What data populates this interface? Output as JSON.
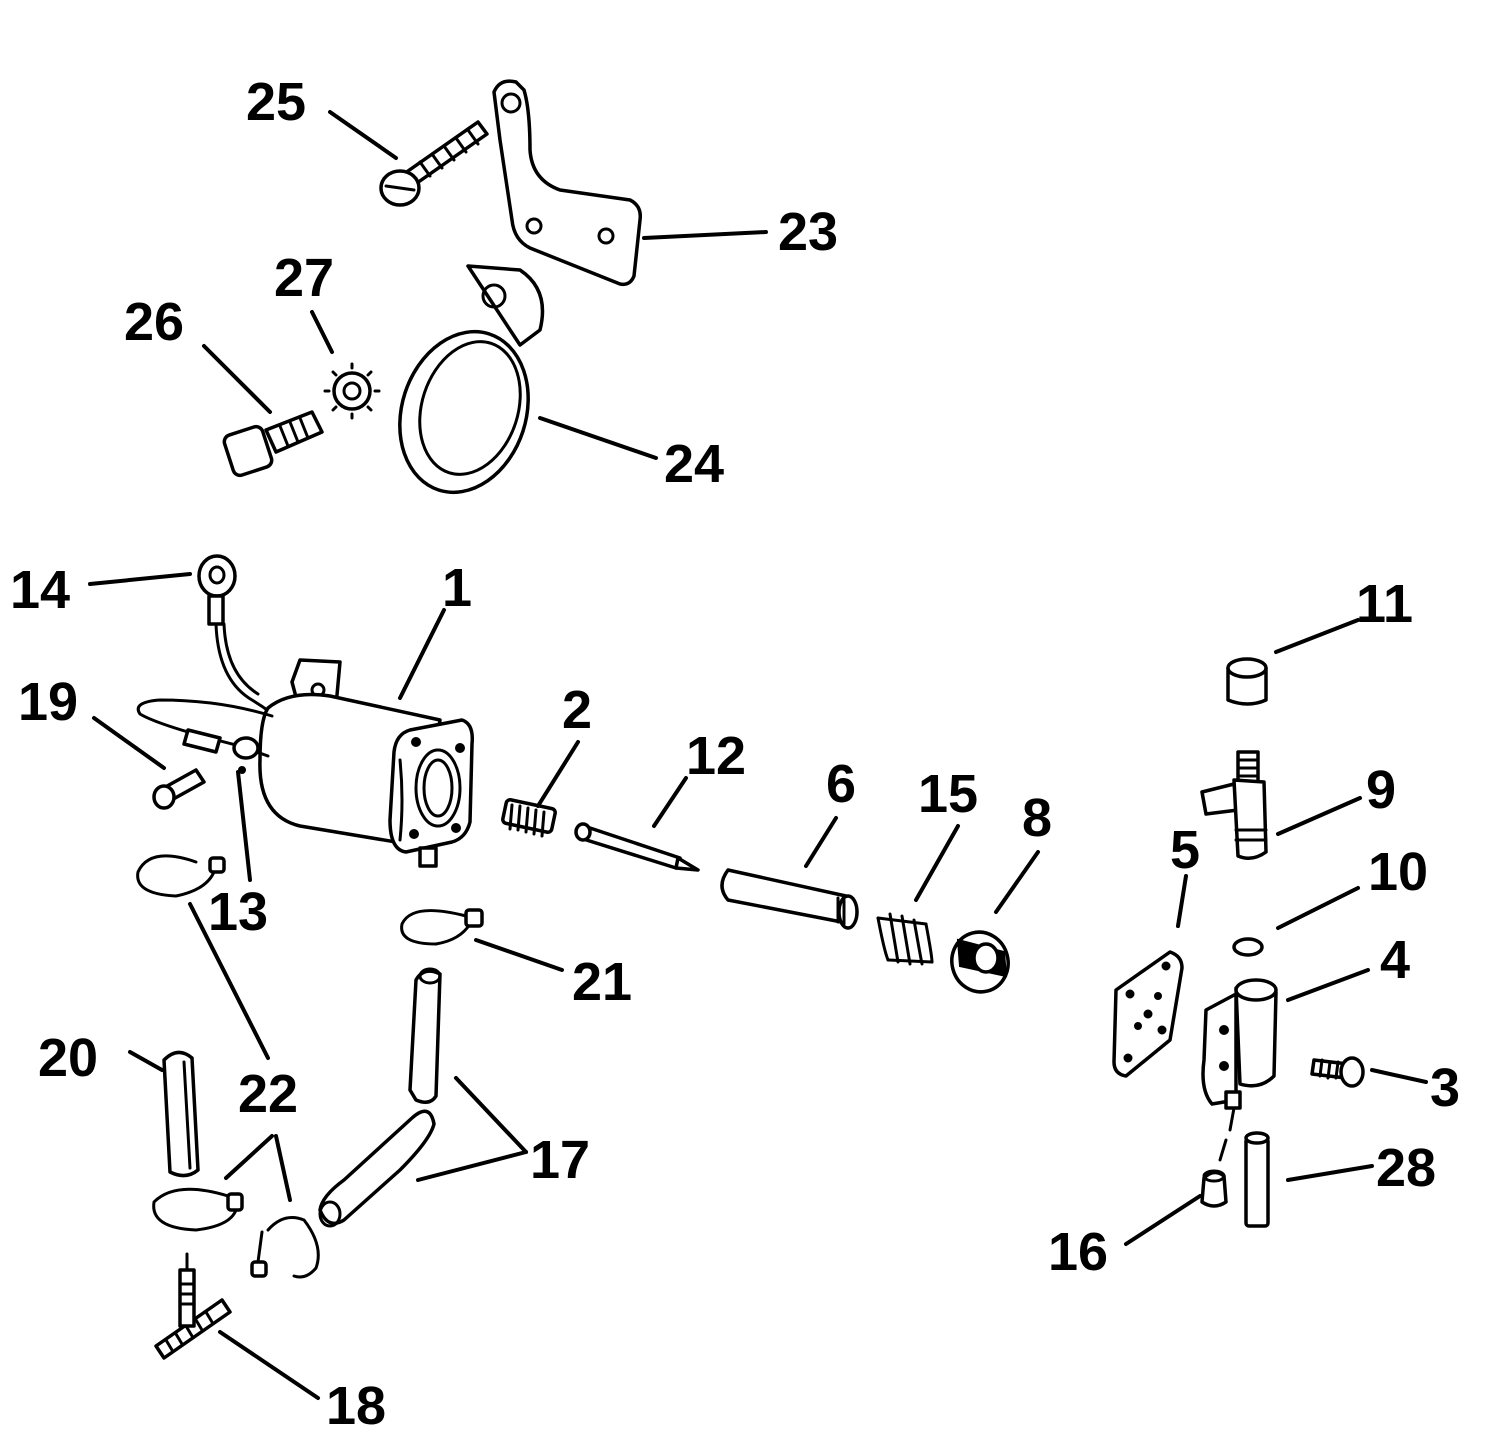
{
  "diagram": {
    "callouts": {
      "p1": "1",
      "p2": "2",
      "p3": "3",
      "p4": "4",
      "p5": "5",
      "p6": "6",
      "p8": "8",
      "p9": "9",
      "p10": "10",
      "p11": "11",
      "p12": "12",
      "p13": "13",
      "p14": "14",
      "p15": "15",
      "p16": "16",
      "p17": "17",
      "p18": "18",
      "p19": "19",
      "p20": "20",
      "p21": "21",
      "p22": "22",
      "p23": "23",
      "p24": "24",
      "p25": "25",
      "p26": "26",
      "p27": "27",
      "p28": "28"
    }
  }
}
